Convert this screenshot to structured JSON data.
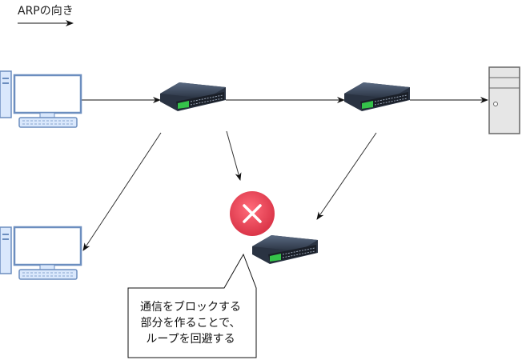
{
  "legend": {
    "label": "ARPの向き"
  },
  "callout": {
    "lines": [
      "通信をブロックする",
      "部分を作ることで、",
      "ループを回避する"
    ]
  },
  "colors": {
    "pc_frame": "#6c8ebf",
    "pc_body": "#dae8fc",
    "server_body": "#e6e6e6",
    "server_frame": "#666666",
    "switch_body": "#2f3a4a",
    "switch_ports": "#1a1a1a",
    "switch_led": "#3ad14a",
    "block_icon": "#e8475a",
    "arrow": "#000000",
    "arrow_gray": "#3a3a3a"
  },
  "icons": {
    "pc": "desktop-computer-icon",
    "server": "server-tower-icon",
    "switch": "network-switch-icon",
    "block": "blocked-x-icon"
  }
}
